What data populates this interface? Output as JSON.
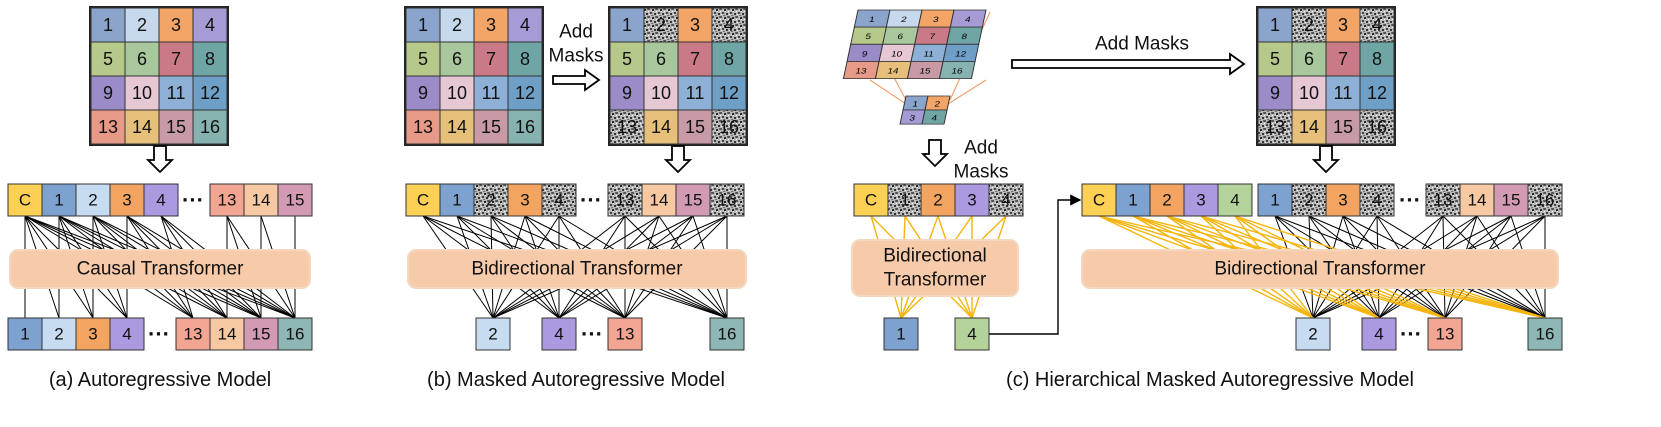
{
  "colors": {
    "c1": "#8aa4cc",
    "c2": "#c6d8ec",
    "c3": "#f2a566",
    "c4": "#a79bd6",
    "c5": "#b7c98a",
    "c6": "#a8c79c",
    "c7": "#c97a86",
    "c8": "#6fa5a4",
    "c9": "#9b8cc8",
    "c10": "#e6c8d4",
    "c11": "#8fb0d6",
    "c12": "#6e9fc6",
    "c13": "#e89a88",
    "c14": "#e6c07a",
    "c15": "#c79aa6",
    "c16": "#86b2b0",
    "cls": "#fcd054",
    "box1": "#7ea2cf",
    "box2": "#c7dcf0",
    "box3": "#f3a460",
    "box4": "#ab9ae0",
    "box13": "#f1a592",
    "box14": "#f6c9a3",
    "box15": "#d39bb3",
    "box16": "#8db6b4",
    "hboxG": "#b3d39a",
    "transformer": "#f7cbaa",
    "yellow_line": "#f5b50e",
    "mask": "#9a9a9a"
  },
  "grid_labels": [
    "1",
    "2",
    "3",
    "4",
    "5",
    "6",
    "7",
    "8",
    "9",
    "10",
    "11",
    "12",
    "13",
    "14",
    "15",
    "16"
  ],
  "panel_a": {
    "caption": "(a) Autoregressive Model",
    "transformer": "Causal Transformer",
    "top_tokens": [
      "C",
      "1",
      "2",
      "3",
      "4",
      "13",
      "14",
      "15"
    ],
    "bottom_tokens": [
      "1",
      "2",
      "3",
      "4",
      "13",
      "14",
      "15",
      "16"
    ],
    "ellipsis": "···"
  },
  "panel_b": {
    "caption": "(b) Masked Autoregressive Model",
    "transformer": "Bidirectional Transformer",
    "add_masks": [
      "Add",
      "Masks"
    ],
    "top_tokens": [
      "C",
      "1",
      "2",
      "3",
      "4",
      "13",
      "14",
      "15",
      "16"
    ],
    "bottom_tokens": [
      "2",
      "4",
      "13",
      "16"
    ],
    "ellipsis": "···"
  },
  "panel_c": {
    "caption": "(c) Hierarchical Masked Autoregressive Model",
    "transformer_small": [
      "Bidirectional",
      "Transformer"
    ],
    "transformer_big": "Bidirectional Transformer",
    "add_masks_top": "Add Masks",
    "add_masks_side": [
      "Add",
      "Masks"
    ],
    "small_tokens": [
      "C",
      "1",
      "2",
      "3",
      "4"
    ],
    "small_out": [
      "1",
      "4"
    ],
    "cond_tokens": [
      "C",
      "1",
      "2",
      "3",
      "4"
    ],
    "top_tokens": [
      "1",
      "2",
      "3",
      "4",
      "13",
      "14",
      "15",
      "16"
    ],
    "bottom_tokens": [
      "2",
      "4",
      "13",
      "16"
    ],
    "ellipsis": "···"
  }
}
